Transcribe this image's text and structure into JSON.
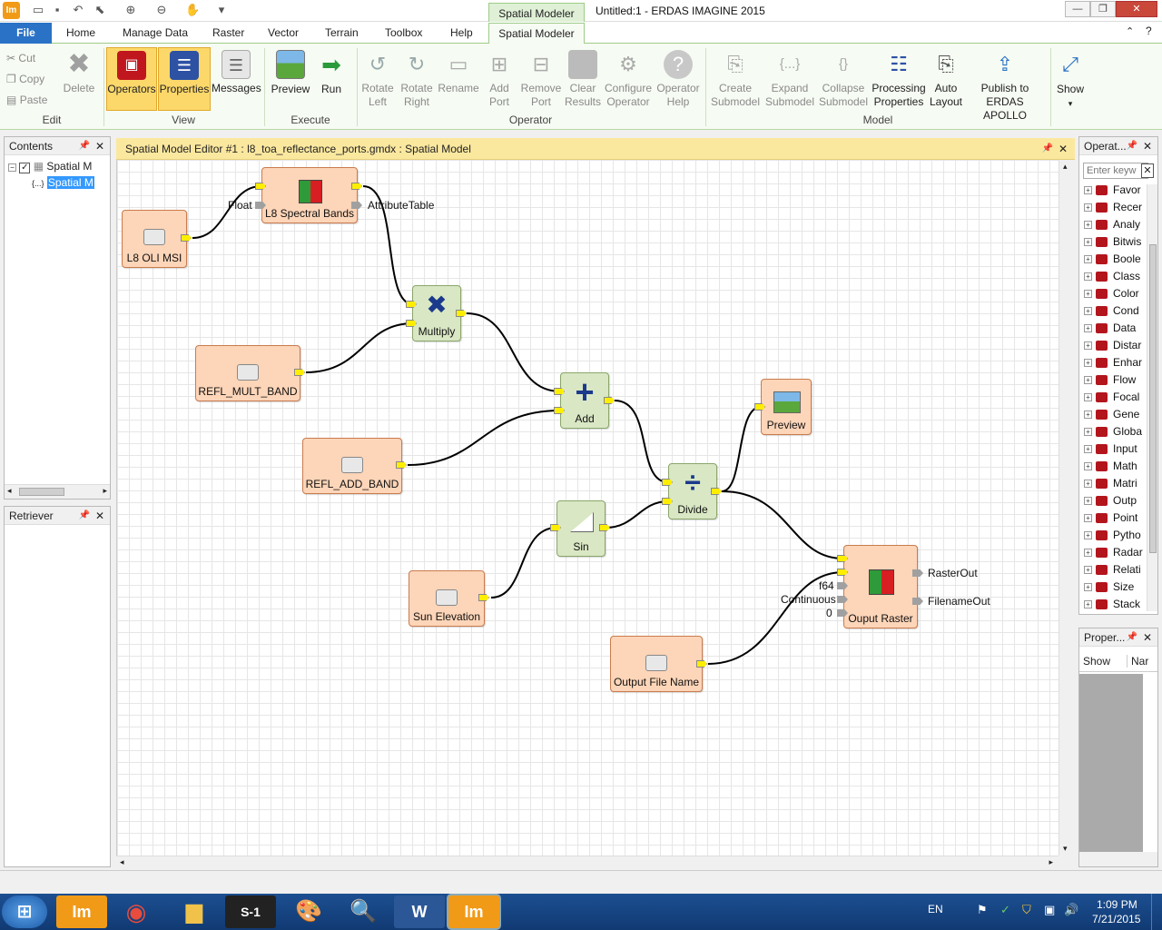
{
  "window": {
    "title": "Untitled:1 - ERDAS IMAGINE 2015",
    "context_tab": "Spatial Modeler"
  },
  "tabs": [
    "File",
    "Home",
    "Manage Data",
    "Raster",
    "Vector",
    "Terrain",
    "Toolbox",
    "Help",
    "Spatial Modeler"
  ],
  "ribbon": {
    "edit": {
      "label": "Edit",
      "cut": "Cut",
      "copy": "Copy",
      "paste": "Paste",
      "delete": "Delete"
    },
    "view": {
      "label": "View",
      "operators": "Operators",
      "properties": "Properties",
      "messages": "Messages"
    },
    "execute": {
      "label": "Execute",
      "preview": "Preview",
      "run": "Run"
    },
    "operator": {
      "label": "Operator",
      "rotate_left": "Rotate Left",
      "rotate_right": "Rotate Right",
      "rename": "Rename",
      "add_port": "Add Port",
      "remove_port": "Remove Port",
      "clear_results": "Clear Results",
      "configure_operator": "Configure Operator",
      "operator_help": "Operator Help"
    },
    "model": {
      "label": "Model",
      "create_submodel": "Create Submodel",
      "expand_submodel": "Expand Submodel",
      "collapse_submodel": "Collapse Submodel",
      "processing_properties": "Processing Properties",
      "auto_layout": "Auto Layout",
      "publish": "Publish to ERDAS APOLLO"
    },
    "show": {
      "label": "Show"
    }
  },
  "contents": {
    "title": "Contents",
    "items": [
      "Spatial M",
      "Spatial M"
    ]
  },
  "retriever": {
    "title": "Retriever"
  },
  "editor": {
    "title": "Spatial Model Editor #1 : l8_toa_reflectance_ports.gmdx : Spatial Model"
  },
  "nodes": {
    "l8_oli_msi": "L8 OLI MSI",
    "l8_spectral_bands": "L8 Spectral Bands",
    "refl_mult_band": "REFL_MULT_BAND",
    "multiply": "Multiply",
    "add": "Add",
    "refl_add_band": "REFL_ADD_BAND",
    "preview": "Preview",
    "divide": "Divide",
    "sin": "Sin",
    "sun_elevation": "Sun Elevation",
    "output_file_name": "Output File Name",
    "output_raster": "Ouput Raster"
  },
  "port_labels": {
    "float": "Float",
    "attribute_table": "AttributeTable",
    "raster_out": "RasterOut",
    "filename_out": "FilenameOut",
    "f64": "f64",
    "continuous": "Continuous",
    "zero": "0"
  },
  "operators_panel": {
    "title": "Operat...",
    "search_placeholder": "Enter keyw",
    "items": [
      "Favor",
      "Recer",
      "Analy",
      "Bitwis",
      "Boole",
      "Class",
      "Color",
      "Cond",
      "Data",
      "Distar",
      "Enhar",
      "Flow",
      "Focal",
      "Gene",
      "Globa",
      "Input",
      "Math",
      "Matri",
      "Outp",
      "Point",
      "Pytho",
      "Radar",
      "Relati",
      "Size",
      "Stack"
    ]
  },
  "properties_panel": {
    "title": "Proper...",
    "col_show": "Show",
    "col_name": "Nar"
  },
  "taskbar": {
    "lang": "EN",
    "time": "1:09 PM",
    "date": "7/21/2015"
  },
  "colors": {
    "file_tab": "#2a72c6",
    "data_node": "#fdd5b8",
    "op_node": "#d9e7c4",
    "editor_header": "#fbe89f",
    "port_yellow": "#ffee00"
  }
}
